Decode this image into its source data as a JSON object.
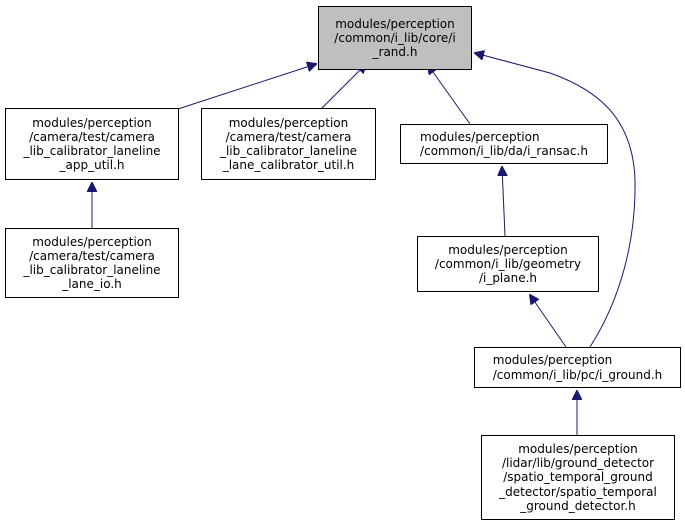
{
  "graph": {
    "nodes": [
      {
        "id": "rand",
        "lines": [
          "modules/perception",
          "/common/i_lib/core/i",
          "_rand.h"
        ],
        "root": true
      },
      {
        "id": "app_util",
        "lines": [
          "modules/perception",
          "/camera/test/camera",
          "_lib_calibrator_laneline",
          "_app_util.h"
        ]
      },
      {
        "id": "lane_calibrator_util",
        "lines": [
          "modules/perception",
          "/camera/test/camera",
          "_lib_calibrator_laneline",
          "_lane_calibrator_util.h"
        ]
      },
      {
        "id": "ransac",
        "lines": [
          "modules/perception",
          "/common/i_lib/da/i_ransac.h"
        ]
      },
      {
        "id": "lane_io",
        "lines": [
          "modules/perception",
          "/camera/test/camera",
          "_lib_calibrator_laneline",
          "_lane_io.h"
        ]
      },
      {
        "id": "plane",
        "lines": [
          "modules/perception",
          "/common/i_lib/geometry",
          "/i_plane.h"
        ]
      },
      {
        "id": "ground",
        "lines": [
          "modules/perception",
          "/common/i_lib/pc/i_ground.h"
        ]
      },
      {
        "id": "spatio",
        "lines": [
          "modules/perception",
          "/lidar/lib/ground_detector",
          "/spatio_temporal_ground",
          "_detector/spatio_temporal",
          "_ground_detector.h"
        ]
      }
    ],
    "edges": [
      {
        "from": "app_util",
        "to": "rand"
      },
      {
        "from": "lane_calibrator_util",
        "to": "rand"
      },
      {
        "from": "ransac",
        "to": "rand"
      },
      {
        "from": "ground",
        "to": "rand"
      },
      {
        "from": "lane_io",
        "to": "app_util"
      },
      {
        "from": "plane",
        "to": "ransac"
      },
      {
        "from": "ground",
        "to": "plane"
      },
      {
        "from": "spatio",
        "to": "ground"
      }
    ],
    "colors": {
      "edge": "#191970",
      "node_border": "#000000",
      "node_fill": "#ffffff",
      "root_fill": "#bfbfbf"
    }
  }
}
